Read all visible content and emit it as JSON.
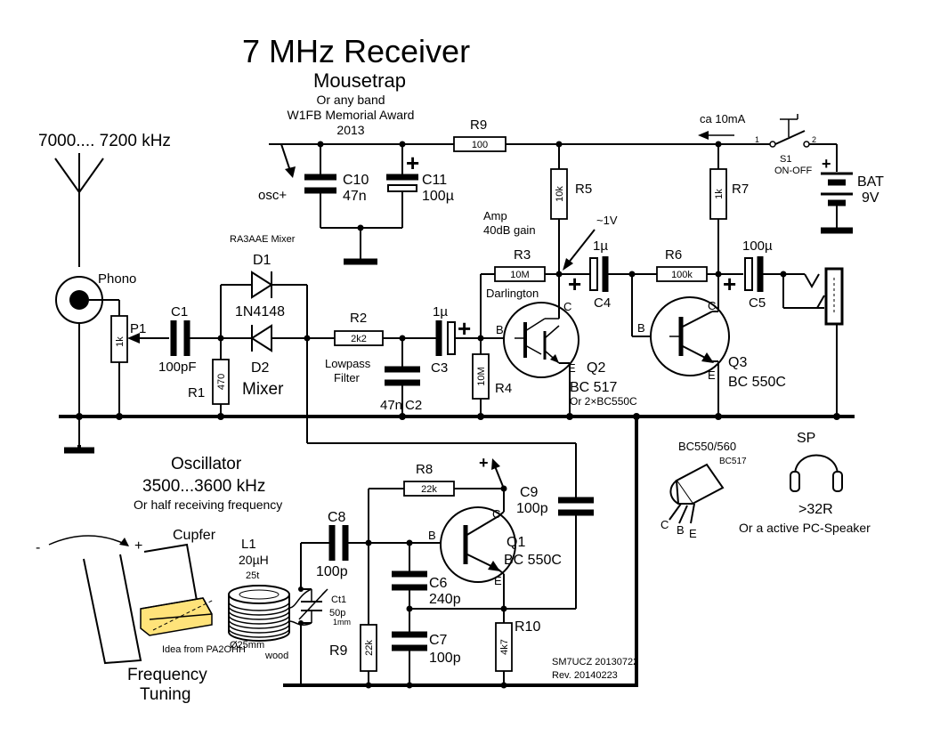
{
  "title": "7 MHz Receiver",
  "subtitle": "Mousetrap",
  "award": [
    "Or any band",
    "W1FB Memorial Award",
    "2013"
  ],
  "band_label": "7000.... 7200 kHz",
  "antenna": {
    "connector_label": "Phono",
    "ground": ""
  },
  "current_label": "ca 10mA",
  "switch": {
    "name": "S1",
    "desc": "ON-OFF",
    "pin1": "1",
    "pin2": "2"
  },
  "battery": {
    "name": "BAT",
    "value": "9V"
  },
  "osc_in": "osc+",
  "mixer": {
    "type_label": "RA3AAE Mixer",
    "label": "Mixer"
  },
  "lowpass_label": [
    "Lowpass",
    "Filter"
  ],
  "amp_label": [
    "Amp",
    "40dB gain"
  ],
  "darlington": "Darlington",
  "voltage_label": "~1V",
  "components": {
    "R9_top": {
      "name": "R9",
      "value": "100"
    },
    "C10": {
      "name": "C10",
      "value": "47n"
    },
    "C11": {
      "name": "C11",
      "value": "100µ"
    },
    "R5": {
      "name": "R5",
      "value": "10k"
    },
    "R7": {
      "name": "R7",
      "value": "1k"
    },
    "R3": {
      "name": "R3",
      "value": "10M"
    },
    "R6": {
      "name": "R6",
      "value": "100k"
    },
    "C4": {
      "name": "C4",
      "value": "1µ"
    },
    "C5": {
      "name": "C5",
      "value": "100µ"
    },
    "D1": {
      "name": "D1",
      "value": "1N4148"
    },
    "D2": {
      "name": "D2"
    },
    "P1": {
      "name": "P1",
      "value": "1k"
    },
    "C1": {
      "name": "C1",
      "value": "100pF"
    },
    "R1": {
      "name": "R1",
      "value": "470"
    },
    "R2": {
      "name": "R2",
      "value": "2k2"
    },
    "C2": {
      "name": "C2",
      "value": "47n"
    },
    "C3": {
      "name": "C3",
      "value": "1µ"
    },
    "R4": {
      "name": "R4",
      "value": "10M"
    },
    "Q2": {
      "name": "Q2",
      "value": "BC 517",
      "alt": "Or 2×BC550C"
    },
    "Q3": {
      "name": "Q3",
      "value": "BC 550C"
    },
    "R8": {
      "name": "R8",
      "value": "22k"
    },
    "C9": {
      "name": "C9",
      "value": "100p"
    },
    "C8": {
      "name": "C8",
      "value": "100p"
    },
    "Q1": {
      "name": "Q1",
      "value": "BC 550C"
    },
    "C6": {
      "name": "C6",
      "value": "240p"
    },
    "C7": {
      "name": "C7",
      "value": "100p"
    },
    "R9_osc": {
      "name": "R9",
      "value": "22k"
    },
    "R10": {
      "name": "R10",
      "value": "4k7"
    },
    "L1": {
      "name": "L1",
      "value": "20µH",
      "turns": "25t",
      "form": "Ø25mm",
      "core": "wood"
    },
    "Ct1": {
      "name": "Ct1",
      "value": "50p",
      "note": "1mm"
    }
  },
  "pins": {
    "B": "B",
    "C": "C",
    "E": "E"
  },
  "oscillator": {
    "title": "Oscillator",
    "range": "3500...3600 kHz",
    "note": "Or half receiving frequency"
  },
  "tuning": {
    "minus": "-",
    "plus": "+",
    "cupfer": "Cupfer",
    "idea": "Idea from PA2OHH",
    "label": [
      "Frequency",
      "Tuning"
    ]
  },
  "pinout": {
    "types": "BC550/560",
    "type2": "BC517",
    "pins": [
      "C",
      "B",
      "E"
    ]
  },
  "speaker": {
    "name": "SP",
    "impedance": ">32R",
    "alt": "Or a active PC-Speaker"
  },
  "credits": [
    "SM7UCZ 20130722",
    "Rev. 20140223"
  ]
}
